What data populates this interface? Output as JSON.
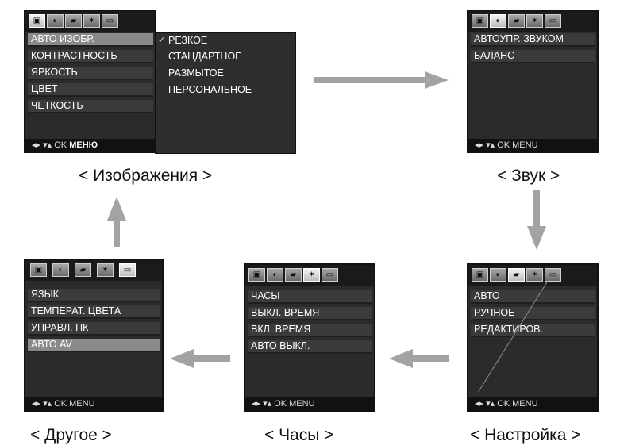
{
  "tab_icons": [
    "photo-icon",
    "sound-icon",
    "setup-icon",
    "clock-icon",
    "other-icon"
  ],
  "tab_glyphs": [
    "▣",
    "◐",
    "▰",
    "✶",
    "▭"
  ],
  "screens": {
    "image": {
      "items": [
        "АВТО ИЗОБР.",
        "КОНТРАСТНОСТЬ",
        "ЯРКОСТЬ",
        "ЦВЕТ",
        "ЧЕТКОСТЬ"
      ],
      "submenu": [
        "РЕЗКОЕ",
        "СТАНДАРТНОЕ",
        "РАЗМЫТОЕ",
        "ПЕРСОНАЛЬНОЕ"
      ],
      "checkmark": "✓",
      "footer_arrows": "◂▸ ▾▴",
      "footer_ok": "OK",
      "footer_menu": "МЕНЮ",
      "caption": "< Изображения >"
    },
    "sound": {
      "items": [
        "АВТОУПР. ЗВУКОМ",
        "БАЛАНС"
      ],
      "footer": "◂▸ ▾▴ OK MENU",
      "caption": "< Звук >"
    },
    "setup": {
      "items": [
        "АВТО",
        "РУЧНОЕ",
        "РЕДАКТИРОВ."
      ],
      "footer": "◂▸ ▾▴ OK MENU",
      "caption": "< Настройка >"
    },
    "clock": {
      "items": [
        "ЧАСЫ",
        "ВЫКЛ. ВРЕМЯ",
        "ВКЛ. ВРЕМЯ",
        "АВТО ВЫКЛ."
      ],
      "footer": "◂▸ ▾▴ OK MENU",
      "caption": "< Часы >"
    },
    "other": {
      "items": [
        "ЯЗЫК",
        "ТЕМПЕРАТ. ЦВЕТА",
        "УПРАВЛ. ПК",
        "АВТО AV"
      ],
      "footer": "◂▸ ▾▴ OK MENU",
      "caption": "< Другое >"
    }
  },
  "colors": {
    "arrow": "#a3a3a3",
    "menu_bg": "#2b2b2b",
    "row_bg": "#3b3b3b",
    "selected_row": "#8a8a8a"
  }
}
